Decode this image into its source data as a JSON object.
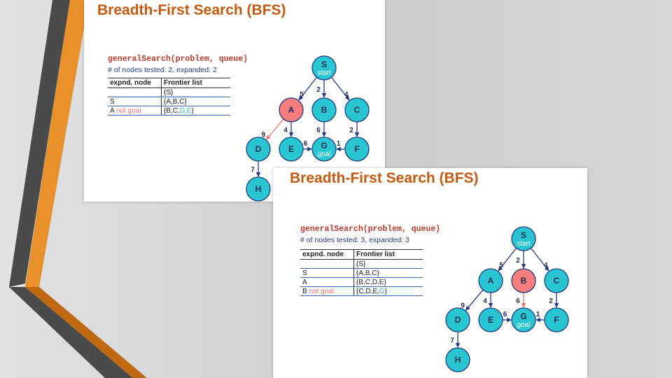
{
  "colors": {
    "title": "#c55a11",
    "node_fill": "#29c5d0",
    "node_expanded_fill": "#f47c7c",
    "node_stroke": "#1f3b84",
    "edge": "#1f3b84",
    "edge_expanded": "#f07070"
  },
  "slides": [
    {
      "title": "Breadth-First Search (BFS)",
      "code": "generalSearch(problem, queue)",
      "stats": "# of nodes tested: 2, expanded: 2",
      "table": {
        "headers": [
          "expnd. node",
          "Frontier list"
        ],
        "rows": [
          {
            "node": "",
            "note": "",
            "frontier": "{S}",
            "highlight": ""
          },
          {
            "node": "S",
            "note": "",
            "frontier": "{A,B,C}",
            "highlight": ""
          },
          {
            "node": "A",
            "note": "not goal",
            "frontier": "{B,C,",
            "highlight": "D,E",
            "tail": "}"
          }
        ]
      },
      "graph": {
        "nodes": [
          {
            "id": "S",
            "sub": "start",
            "expanded": false
          },
          {
            "id": "A",
            "sub": "",
            "expanded": true
          },
          {
            "id": "B",
            "sub": "",
            "expanded": false
          },
          {
            "id": "C",
            "sub": "",
            "expanded": false
          },
          {
            "id": "D",
            "sub": "",
            "expanded": false
          },
          {
            "id": "E",
            "sub": "",
            "expanded": false
          },
          {
            "id": "G",
            "sub": "goal",
            "expanded": false
          },
          {
            "id": "F",
            "sub": "",
            "expanded": false
          },
          {
            "id": "H",
            "sub": "",
            "expanded": false
          }
        ],
        "edges": [
          {
            "from": "S",
            "to": "A",
            "w": "5",
            "hl": false
          },
          {
            "from": "S",
            "to": "B",
            "w": "2",
            "hl": false
          },
          {
            "from": "S",
            "to": "C",
            "w": "4",
            "hl": false
          },
          {
            "from": "A",
            "to": "D",
            "w": "9",
            "hl": true
          },
          {
            "from": "A",
            "to": "E",
            "w": "4",
            "hl": false
          },
          {
            "from": "B",
            "to": "G",
            "w": "6",
            "hl": false
          },
          {
            "from": "C",
            "to": "F",
            "w": "2",
            "hl": false
          },
          {
            "from": "E",
            "to": "G",
            "w": "6",
            "hl": false
          },
          {
            "from": "F",
            "to": "G",
            "w": "1",
            "hl": false
          },
          {
            "from": "D",
            "to": "H",
            "w": "7",
            "hl": false
          }
        ]
      }
    },
    {
      "title": "Breadth-First Search (BFS)",
      "code": "generalSearch(problem, queue)",
      "stats": "# of nodes tested: 3, expanded: 3",
      "table": {
        "headers": [
          "expnd. node",
          "Frontier list"
        ],
        "rows": [
          {
            "node": "",
            "note": "",
            "frontier": "{S}",
            "highlight": ""
          },
          {
            "node": "S",
            "note": "",
            "frontier": "{A,B,C}",
            "highlight": ""
          },
          {
            "node": "A",
            "note": "",
            "frontier": "{B,C,D,E}",
            "highlight": ""
          },
          {
            "node": "B",
            "note": "not goal",
            "frontier": "{C,D,E,",
            "highlight": "G",
            "tail": "}"
          }
        ]
      },
      "graph": {
        "nodes": [
          {
            "id": "S",
            "sub": "start",
            "expanded": false
          },
          {
            "id": "A",
            "sub": "",
            "expanded": false
          },
          {
            "id": "B",
            "sub": "",
            "expanded": true
          },
          {
            "id": "C",
            "sub": "",
            "expanded": false
          },
          {
            "id": "D",
            "sub": "",
            "expanded": false
          },
          {
            "id": "E",
            "sub": "",
            "expanded": false
          },
          {
            "id": "G",
            "sub": "goal",
            "expanded": false
          },
          {
            "id": "F",
            "sub": "",
            "expanded": false
          },
          {
            "id": "H",
            "sub": "",
            "expanded": false
          }
        ],
        "edges": [
          {
            "from": "S",
            "to": "A",
            "w": "5",
            "hl": false
          },
          {
            "from": "S",
            "to": "B",
            "w": "2",
            "hl": false
          },
          {
            "from": "S",
            "to": "C",
            "w": "4",
            "hl": false
          },
          {
            "from": "A",
            "to": "D",
            "w": "9",
            "hl": false
          },
          {
            "from": "A",
            "to": "E",
            "w": "4",
            "hl": false
          },
          {
            "from": "B",
            "to": "G",
            "w": "6",
            "hl": true
          },
          {
            "from": "C",
            "to": "F",
            "w": "2",
            "hl": false
          },
          {
            "from": "E",
            "to": "G",
            "w": "6",
            "hl": false
          },
          {
            "from": "F",
            "to": "G",
            "w": "1",
            "hl": false
          },
          {
            "from": "D",
            "to": "H",
            "w": "7",
            "hl": false
          }
        ]
      }
    }
  ]
}
